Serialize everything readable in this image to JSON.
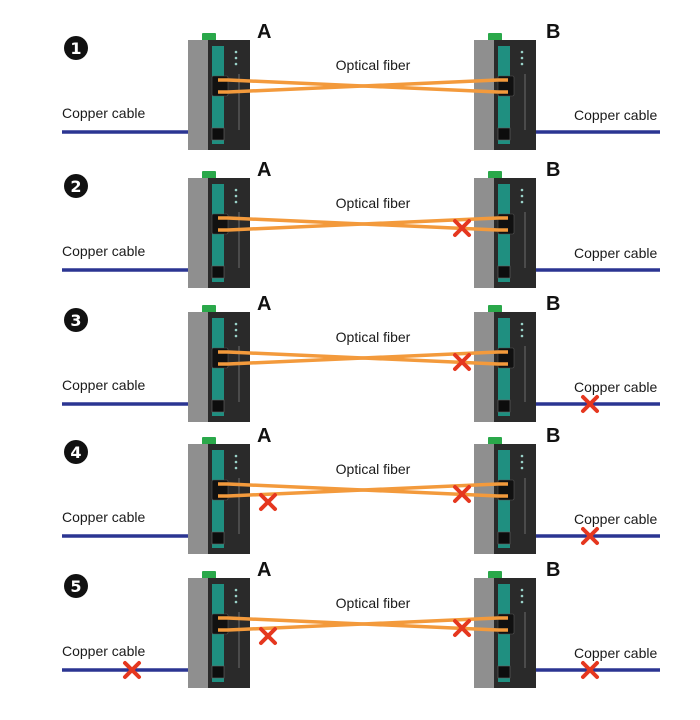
{
  "colors": {
    "fiber": "#f39a3c",
    "copper": "#2b3592",
    "fault": "#e5371f",
    "badge": "#111111",
    "device_body": "#3a3a3a",
    "device_face": "#2a2a2a",
    "device_side": "#8f8f8f",
    "device_accent": "#1f8f80",
    "device_cap": "#2aa84a"
  },
  "icons": {
    "step_badge": "filled-circle-number",
    "fault_mark": "red-x-mark",
    "device": "media-converter"
  },
  "scenarios": [
    {
      "number": "1",
      "device_a_letter": "A",
      "device_b_letter": "B",
      "fiber_label": "Optical fiber",
      "copper_left_label": "Copper cable",
      "copper_right_label": "Copper cable",
      "faults": {
        "fiber_a_lower": false,
        "fiber_b_upper": false,
        "copper_left": false,
        "copper_right": false
      }
    },
    {
      "number": "2",
      "device_a_letter": "A",
      "device_b_letter": "B",
      "fiber_label": "Optical fiber",
      "copper_left_label": "Copper cable",
      "copper_right_label": "Copper cable",
      "faults": {
        "fiber_a_lower": false,
        "fiber_b_upper": true,
        "copper_left": false,
        "copper_right": false
      }
    },
    {
      "number": "3",
      "device_a_letter": "A",
      "device_b_letter": "B",
      "fiber_label": "Optical fiber",
      "copper_left_label": "Copper cable",
      "copper_right_label": "Copper cable",
      "faults": {
        "fiber_a_lower": false,
        "fiber_b_upper": true,
        "copper_left": false,
        "copper_right": true
      }
    },
    {
      "number": "4",
      "device_a_letter": "A",
      "device_b_letter": "B",
      "fiber_label": "Optical fiber",
      "copper_left_label": "Copper cable",
      "copper_right_label": "Copper cable",
      "faults": {
        "fiber_a_lower": true,
        "fiber_b_upper": true,
        "copper_left": false,
        "copper_right": true
      }
    },
    {
      "number": "5",
      "device_a_letter": "A",
      "device_b_letter": "B",
      "fiber_label": "Optical fiber",
      "copper_left_label": "Copper cable",
      "copper_right_label": "Copper cable",
      "faults": {
        "fiber_a_lower": true,
        "fiber_b_upper": true,
        "copper_left": true,
        "copper_right": true
      }
    }
  ]
}
